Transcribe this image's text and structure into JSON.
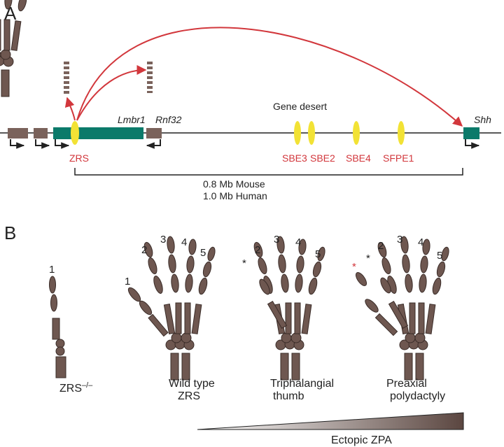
{
  "panels": {
    "a": "A",
    "b": "B"
  },
  "panel_a": {
    "genes": {
      "lmbr1": "Lmbr1",
      "rnf32": "Rnf32",
      "shh": "Shh"
    },
    "gene_desert": "Gene desert",
    "enhancers": {
      "zrs": "ZRS",
      "sbe3": "SBE3",
      "sbe2": "SBE2",
      "sbe4": "SBE4",
      "sfpe1": "SFPE1"
    },
    "distance": {
      "mouse": "0.8 Mb Mouse",
      "human": "1.0 Mb Human"
    },
    "colors": {
      "exon": "#7a625b",
      "gene_box": "#0b7a6a",
      "enhancer": "#f2e235",
      "arrow": "#d2373c"
    }
  },
  "panel_b": {
    "limbs": [
      {
        "caption": [
          "ZRS",
          "–/–"
        ],
        "digit_labels": [
          "1"
        ]
      },
      {
        "caption": [
          "Wild type",
          "ZRS"
        ],
        "digit_labels": [
          "1",
          "2",
          "3",
          "4",
          "5"
        ]
      },
      {
        "caption": [
          "Triphalangial",
          "thumb"
        ],
        "digit_labels": [
          "*",
          "2",
          "3",
          "4",
          "5"
        ]
      },
      {
        "caption": [
          "Preaxial",
          "polydactyly"
        ],
        "digit_labels": [
          "*",
          "*",
          "2",
          "3",
          "4",
          "5"
        ]
      }
    ],
    "gradient_label": "Ectopic ZPA",
    "colors": {
      "bone": "#6e5750",
      "bone_stroke": "#3a2c28",
      "asterisk_red": "#d2373c"
    }
  }
}
